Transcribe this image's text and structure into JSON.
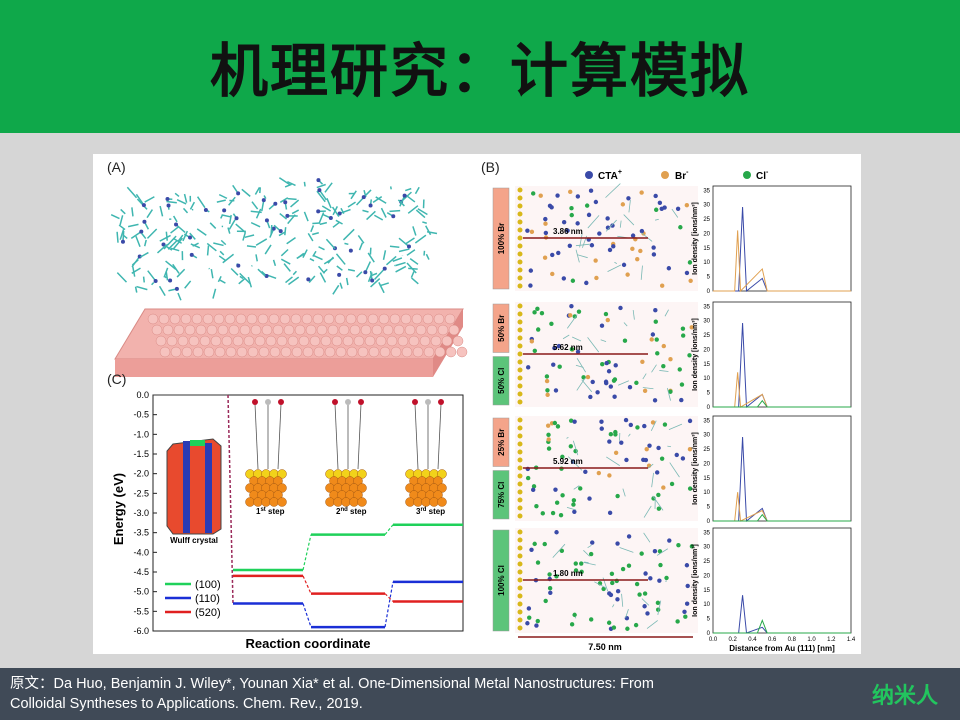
{
  "slide": {
    "title": "机理研究：计算模拟",
    "citation_line1": "原文：Da Huo, Benjamin J. Wiley*, Younan Xia* et al. One-Dimensional Metal Nanostructures: From",
    "citation_line2": "Colloidal Syntheses to Applications. Chem. Rev., 2019.",
    "logo_text": "纳米人"
  },
  "figure": {
    "panel_a_label": "(A)",
    "panel_b_label": "(B)",
    "panel_c_label": "(C)",
    "legend_b": {
      "cta": "CTA",
      "cta_sup": "+",
      "br": "Br",
      "br_sup": "-",
      "cl": "Cl",
      "cl_sup": "-"
    },
    "panel_c": {
      "ylabel": "Energy (eV)",
      "xlabel": "Reaction coordinate",
      "yticks": [
        "0.0",
        "-0.5",
        "-1.0",
        "-1.5",
        "-2.0",
        "-2.5",
        "-3.0",
        "-3.5",
        "-4.0",
        "-4.5",
        "-5.0",
        "-5.5",
        "-6.0"
      ],
      "crystal_label": "Wulff crystal",
      "steps": [
        "1",
        "2",
        "3"
      ],
      "step_sups": [
        "st",
        "nd",
        "rd"
      ],
      "step_word": "step",
      "legend": [
        {
          "label": "(100)",
          "color": "#1fd15a"
        },
        {
          "label": "(110)",
          "color": "#1a2fd6"
        },
        {
          "label": "(520)",
          "color": "#e02020"
        }
      ],
      "levels": {
        "(100)": [
          -4.45,
          -3.55,
          -3.3
        ],
        "(110)": [
          -5.3,
          -5.9,
          -4.75
        ],
        "(520)": [
          -4.6,
          -5.05,
          -5.25
        ]
      }
    },
    "panel_b": {
      "rows": [
        {
          "labels": [
            "100% Br"
          ],
          "label_colors": [
            "#f4a48a"
          ],
          "distance": "3.86 nm"
        },
        {
          "labels": [
            "50% Br",
            "50% Cl"
          ],
          "label_colors": [
            "#f4a48a",
            "#5cc47a"
          ],
          "distance": "5.62 nm"
        },
        {
          "labels": [
            "25% Br",
            "75% Cl"
          ],
          "label_colors": [
            "#f4a48a",
            "#5cc47a"
          ],
          "distance": "5.92 nm"
        },
        {
          "labels": [
            "100% Cl"
          ],
          "label_colors": [
            "#5cc47a"
          ],
          "distance": "1.80 nm"
        }
      ],
      "bottom_distance": "7.50 nm",
      "plot_yticks": [
        "0",
        "5",
        "10",
        "15",
        "20",
        "25",
        "30",
        "35"
      ],
      "plot_xticks": [
        "0.0",
        "0.2",
        "0.4",
        "0.6",
        "0.8",
        "1.0",
        "1.2",
        "1.4"
      ],
      "plot_ylabel": "Ion density [ions/nm³]",
      "plot_xlabel": "Distance from Au (111) [nm]"
    }
  }
}
